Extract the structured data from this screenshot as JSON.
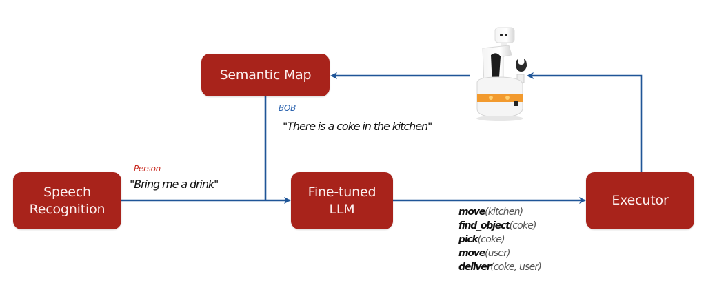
{
  "colors": {
    "box_fill": "#a8231b",
    "box_text": "#fbeeee",
    "arrow": "#1f5597",
    "bob_label": "#2f66b0",
    "person_label": "#c8281e"
  },
  "nodes": {
    "semantic_map": "Semantic Map",
    "speech_recognition_line1": "Speech",
    "speech_recognition_line2": "Recognition",
    "llm_line1": "Fine-tuned",
    "llm_line2": "LLM",
    "executor": "Executor"
  },
  "robot": {
    "icon": "robot-image"
  },
  "messages": {
    "bob": {
      "speaker": "BOB",
      "text": "\"There is a coke in the kitchen\""
    },
    "person": {
      "speaker": "Person",
      "text": "\"Bring me a drink\""
    }
  },
  "plan": [
    {
      "fn": "move",
      "args": "(kitchen)"
    },
    {
      "fn": "find_object",
      "args": "(coke)"
    },
    {
      "fn": "pick",
      "args": "(coke)"
    },
    {
      "fn": "move",
      "args": "(user)"
    },
    {
      "fn": "deliver",
      "args": "(coke, user)"
    }
  ]
}
